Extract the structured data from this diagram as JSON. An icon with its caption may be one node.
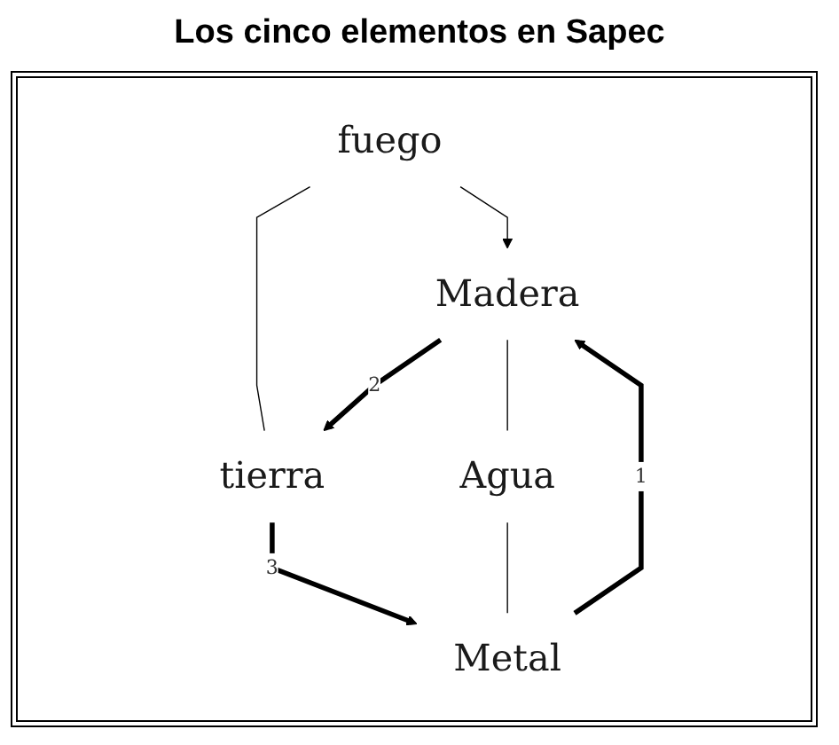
{
  "diagram": {
    "title": "Los cinco elementos en Sapec",
    "nodes": [
      {
        "text": [
          "fuego"
        ]
      },
      {
        "text": [
          "Madera"
        ]
      },
      {
        "text": [
          "tierra"
        ]
      },
      {
        "text": [
          "Agua"
        ]
      },
      {
        "text": [
          "Metal"
        ]
      }
    ],
    "edges": [
      {
        "from": 0,
        "to": 1,
        "arrow": "to"
      },
      {
        "from": 0,
        "to": 2,
        "arrow": "none"
      },
      {
        "from": 1,
        "to": 2,
        "arrow": "to",
        "label": "2",
        "style": "thick"
      },
      {
        "from": 2,
        "to": 4,
        "arrow": "to",
        "label": "3",
        "style": "thick"
      },
      {
        "from": 4,
        "to": 1,
        "arrow": "to",
        "label": "1",
        "style": "thick"
      },
      {
        "from": 1,
        "to": 3,
        "arrow": "none"
      },
      {
        "from": 3,
        "to": 4,
        "arrow": "none"
      }
    ]
  }
}
